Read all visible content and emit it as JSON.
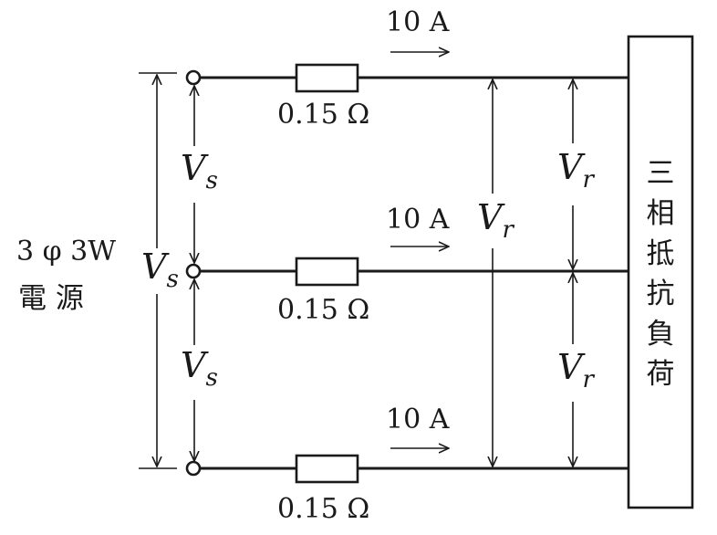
{
  "source": {
    "line1": "3 φ 3W",
    "line2": "電 源"
  },
  "line_current": "10 A",
  "resistance": "0.15 Ω",
  "source_voltage": {
    "symbol": "V",
    "subscript": "s"
  },
  "load_voltage": {
    "symbol": "V",
    "subscript": "r"
  },
  "load_label": [
    "三",
    "相",
    "抵",
    "抗",
    "負",
    "荷"
  ]
}
